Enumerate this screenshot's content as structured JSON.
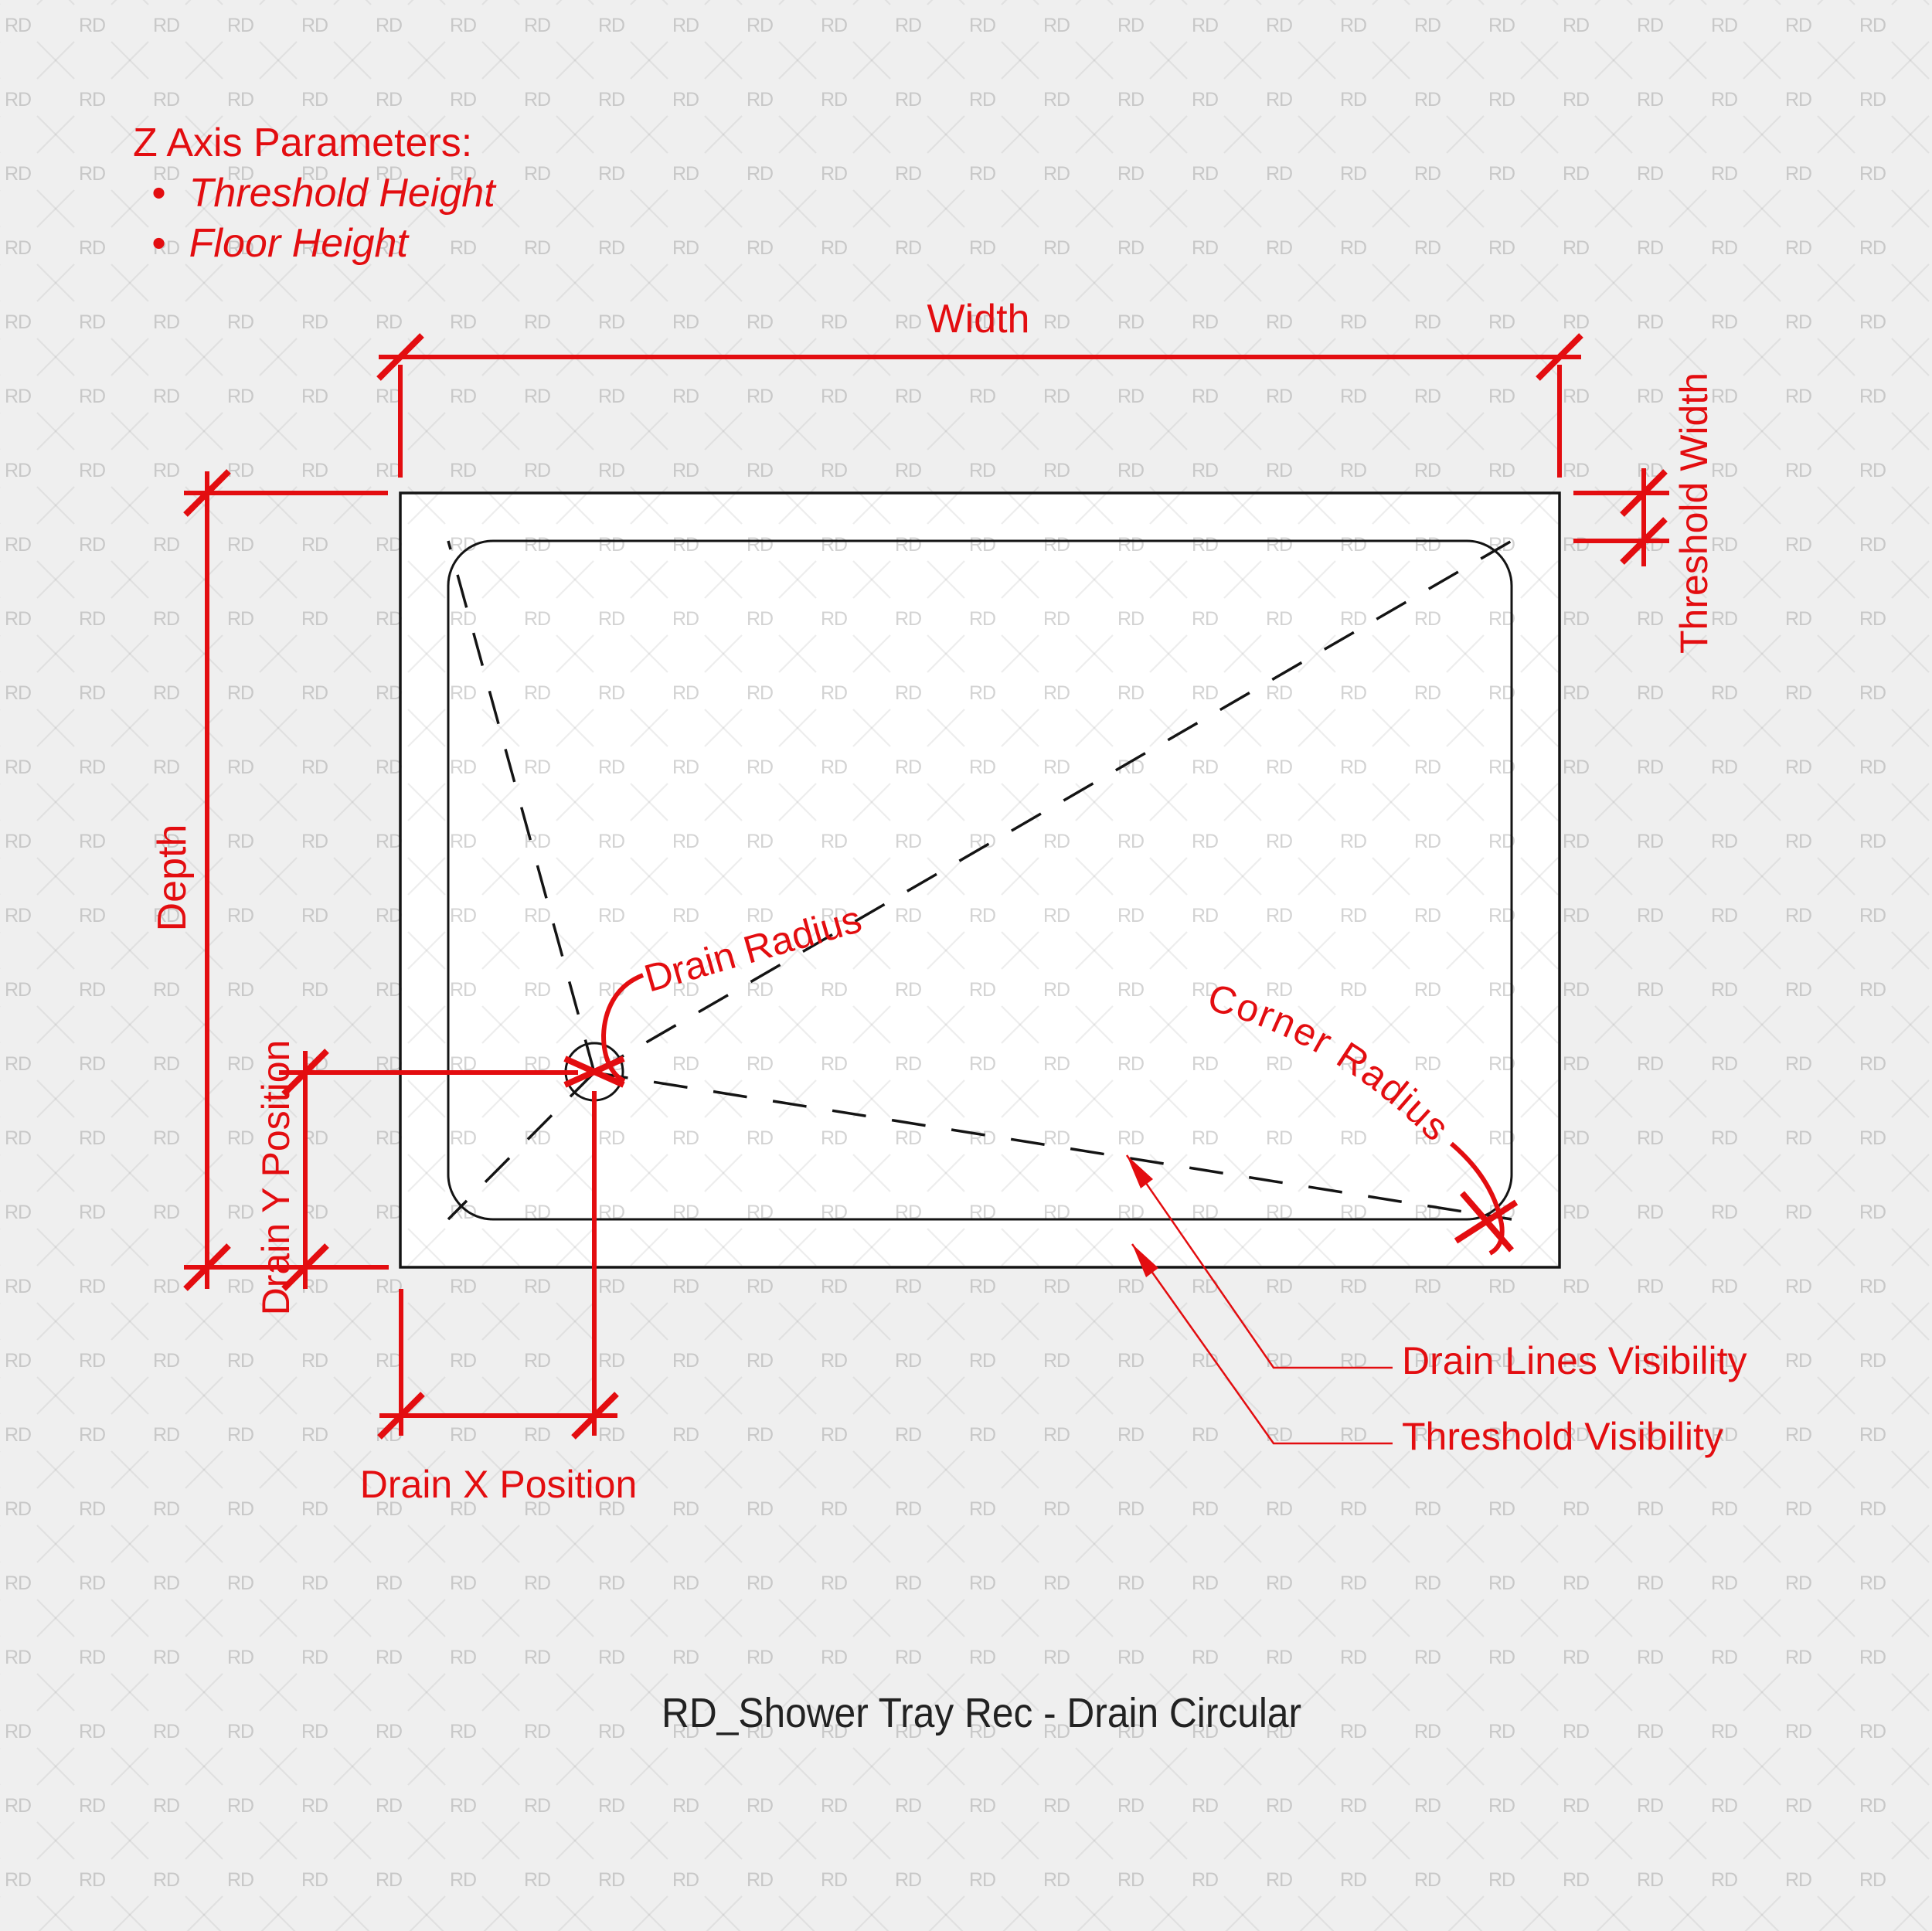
{
  "title": "RD_Shower Tray Rec - Drain Circular",
  "watermark": {
    "text": "RD"
  },
  "z_axis_note": {
    "heading": "Z Axis Parameters:",
    "bullet": "•",
    "items": [
      "Threshold Height",
      "Floor Height"
    ]
  },
  "dimension_labels": {
    "width": "Width",
    "threshold_width": "Threshold Width",
    "depth": "Depth",
    "drain_y_position": "Drain Y Position",
    "drain_x_position": "Drain X Position",
    "drain_radius": "Drain Radius",
    "corner_radius": "Corner Radius"
  },
  "visibility_callouts": {
    "drain_lines": "Drain Lines Visibility",
    "threshold": "Threshold Visibility"
  },
  "colors": {
    "annotation_red": "#e30d10",
    "drawing_black": "#141414",
    "background_gray": "#efefef",
    "tray_white": "#ffffff",
    "watermark_gray": "#c8c8c8",
    "title_black": "#222222"
  }
}
